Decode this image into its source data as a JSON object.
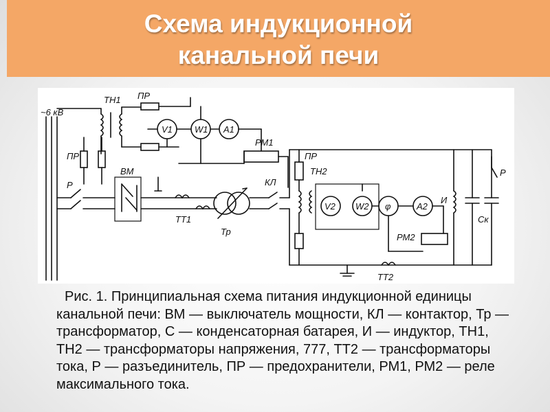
{
  "slide": {
    "title_line1": "Схема индукционной",
    "title_line2": "канальной печи",
    "background": "#ececec",
    "banner_color": "#f4a766"
  },
  "diagram": {
    "labels": {
      "voltage": "~6 кВ",
      "tn1": "ТН1",
      "pr_top": "ПР",
      "pr_left": "ПР",
      "bm": "ВМ",
      "p_left": "Р",
      "v1": "V1",
      "w1": "W1",
      "a1": "A1",
      "pm1": "РМ1",
      "tt1": "ТТ1",
      "tp": "Тр",
      "kl": "КЛ",
      "pr_right": "ПР",
      "tn2": "ТН2",
      "v2": "V2",
      "w2": "W2",
      "phi": "φ",
      "a2": "A2",
      "pm2": "РМ2",
      "tt2": "ТТ2",
      "i": "И",
      "ck": "Cк",
      "p_right": "Р"
    }
  },
  "caption": {
    "text": "Рис. 1. Принципиальная схема питания индукционной единицы канальной печи: ВМ — выключатель мощности, КЛ — контактор, Тр — трансформатор, С — конденсаторная батарея, И — индуктор, ТН1, ТН2 — трансформаторы напряжения, 777, ТТ2 — трансформаторы тока, Р — разъединитель, ПР — предохранители, РМ1, РМ2 — реле максимального тока."
  }
}
